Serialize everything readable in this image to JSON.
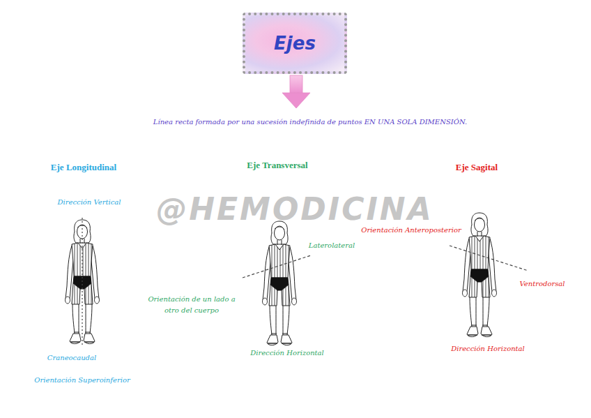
{
  "diagram": {
    "nodes": [
      {
        "text": [
          "Ejes"
        ]
      }
    ],
    "labels": [
      "Línea recta formada por una sucesión indefinida de puntos EN UNA SOLA DIMENSIÓN.",
      "Eje Longitudinal",
      "Eje Transversal",
      "Eje Sagital",
      "Dirección Vertical",
      "@HEMODICINA",
      "Orientación Anteroposterior",
      "Laterolateral",
      "Ventrodorsal",
      "Orientación de un lado a otro del cuerpo",
      "Dirección Horizontal",
      "Dirección Horizontal",
      "Craneocaudal",
      "Orientación Superoinferior"
    ]
  }
}
